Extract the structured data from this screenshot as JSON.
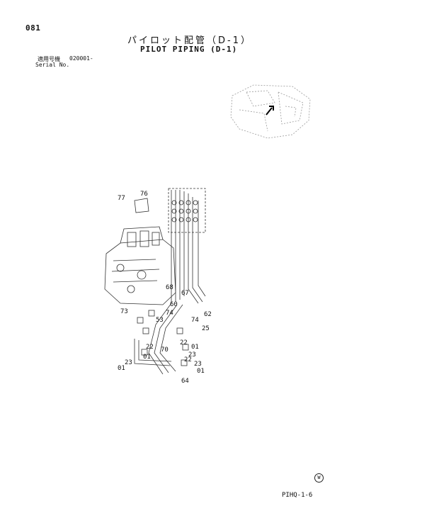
{
  "header": {
    "page_number": "081",
    "title_jp": "パイロット配管（D-1）",
    "title_en": "PILOT PIPING (D-1)"
  },
  "serial": {
    "label_jp": "適用号機",
    "value": "020001-",
    "label_en": "Serial No."
  },
  "callouts": [
    "77",
    "76",
    "68",
    "67",
    "60",
    "74",
    "73",
    "53",
    "62",
    "74",
    "25",
    "70",
    "22",
    "22",
    "01",
    "23",
    "22",
    "01",
    "23",
    "23",
    "01",
    "01",
    "64"
  ],
  "footer": {
    "code": "PIHQ-1-6",
    "mark": "W"
  }
}
